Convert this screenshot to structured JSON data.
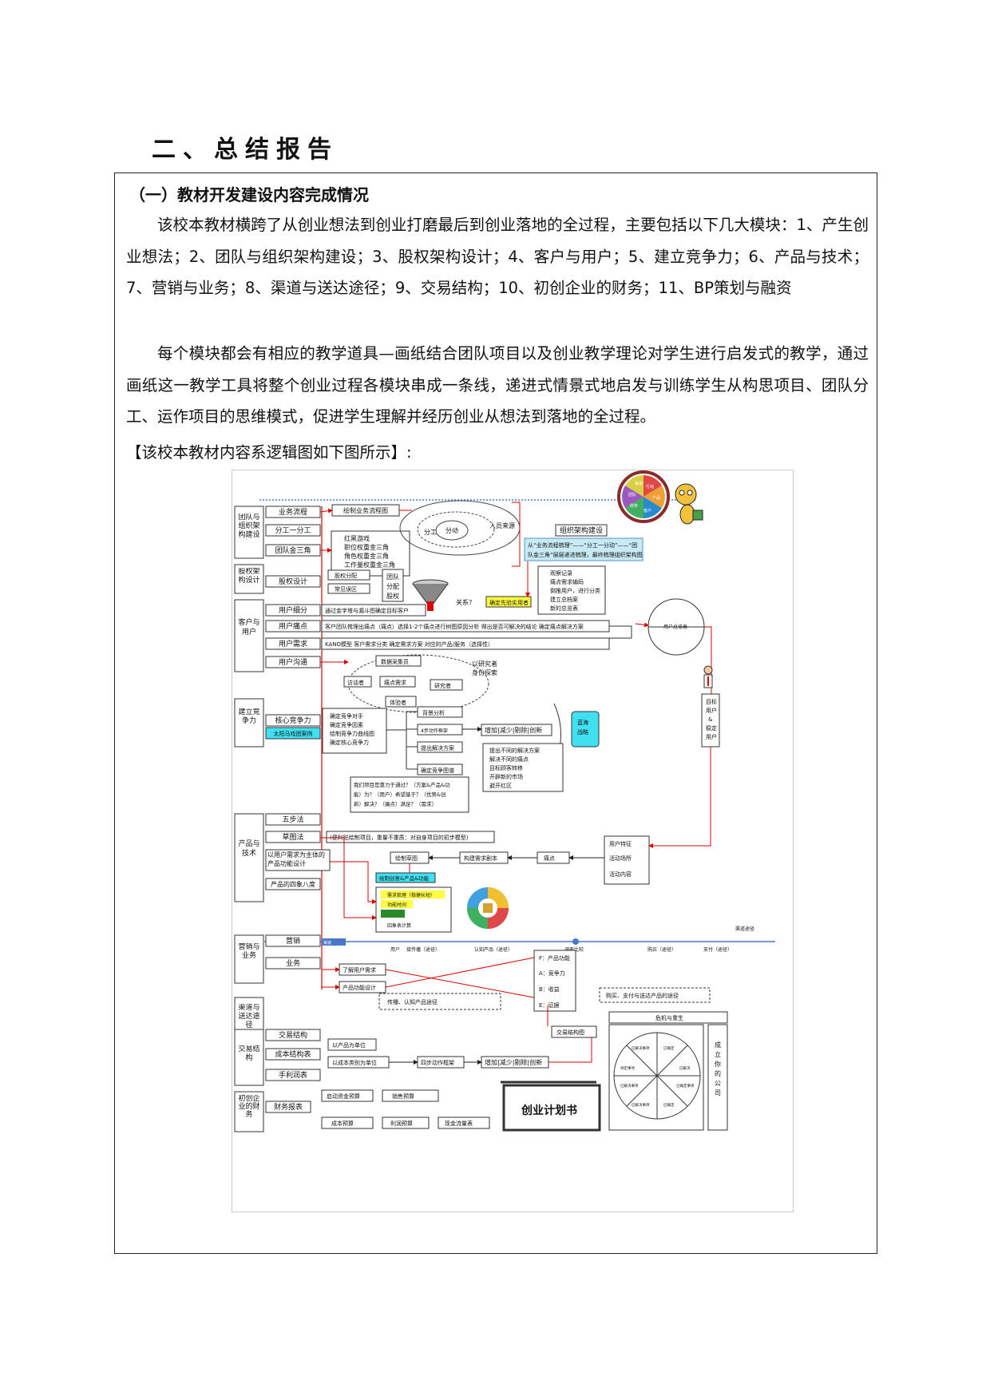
{
  "heading": "二、总结报告",
  "section": {
    "title": "（一）教材开发建设内容完成情况",
    "para1": "该校本教材横跨了从创业想法到创业打磨最后到创业落地的全过程，主要包括以下几大模块：1、产生创业想法；2、团队与组织架构建设；3、股权架构设计；4、客户与用户；5、建立竞争力；6、产品与技术；7、营销与业务；8、渠道与送达途径；9、交易结构；10、初创企业的财务；11、BP策划与融资",
    "para2": "每个模块都会有相应的教学道具—画纸结合团队项目以及创业教学理论对学生进行启发式的教学，通过画纸这一教学工具将整个创业过程各模块串成一条线，递进式情景式地启发与训练学生从构思项目、团队分工、运作项目的思维模式，促进学生理解并经历创业从想法到落地的全过程。",
    "figure_note": "【该校本教材内容系逻辑图如下图所示】:"
  },
  "diagram": {
    "modules": {
      "team": "团队与组织架构建设",
      "equity": "股权架构设计",
      "customer": "客户与用户",
      "compete": "建立竞争力",
      "product": "产品与技术",
      "marketing": "营销与业务",
      "channel": "渠道与送达途径",
      "trade": "交易结构",
      "finance": "初创企业的财务"
    },
    "team_items": [
      "业务流程",
      "分工一分工",
      "团队金三角"
    ],
    "team_flow": "绘制业务流程图",
    "team_games": [
      "红黑游戏",
      "职位权重金三角",
      "角色权重金三角",
      "工作量权重金三角"
    ],
    "team_circle": {
      "a": "分工",
      "b": "分动",
      "c": "人员来源"
    },
    "org": {
      "title": "组织架构建设",
      "desc1": "从“业务流程梳理”——“分工一分动”——“团",
      "desc2": "队金三角”层层递进梳理，最终梳理组织架构图"
    },
    "equity_item": "股权设计",
    "equity_subs": [
      "股权分配",
      "常见误区"
    ],
    "equity_side": [
      "团队",
      "分配",
      "股权"
    ],
    "relation": "关系?",
    "user_confirm": "确定先验实用者",
    "observe": [
      "观察记录",
      "痛点需求编码",
      "倒推用户，进行分类",
      "建立总档案",
      "新的总览表"
    ],
    "customer_items": [
      "用户细分",
      "用户痛点",
      "用户需求",
      "用户沟通"
    ],
    "customer_descs": [
      "通过金字塔与漏斗图确定目标客户",
      "客户团队梳理出痛点（痛点）选择1-2个痛点进行树图原因分析 得出是否可解决的结论 确定痛点解决方案",
      "KANO模型    客户需求分类   确定需求方案   对应的产品/服务（选择性）"
    ],
    "collect": [
      "数据采集员",
      "访谈者",
      "痛点需求",
      "研究者",
      "体验者"
    ],
    "researcher": [
      "以研究者",
      "身份探索"
    ],
    "user_board": "用户总览表",
    "target": [
      "目标",
      "用户",
      "&",
      "稳定",
      "用户"
    ],
    "compete_items": [
      "核心竞争力",
      "太阳马戏团案例"
    ],
    "compete_desc": [
      "确定竞争对手",
      "确定竞争因素",
      "绘制竞争力曲线图",
      "确定核心竞争力"
    ],
    "compete_tools": [
      "背景分析",
      "4步动作框架",
      "提出解决方案",
      "确定竞争图谱"
    ],
    "four_actions": "增加|减少|剔除|创新",
    "blue_ocean": [
      "蓝海",
      "战略"
    ],
    "solutions": [
      "提出不同的解决方案",
      "解决不同的痛点",
      "目标顾客转移",
      "开辟新的市场",
      "避开红区"
    ],
    "question": [
      "我们项目是靠力于通过？（方案&产品&功",
      "能）为？（用户）希望基于？（优势&创",
      "新）解决？（痛点）满足？（需求）"
    ],
    "product_items": [
      "五步法",
      "草图法",
      "以用户需求为主体的产品功能设计",
      "产品的四象八度"
    ],
    "sketch_desc": "(便利贴绘制项目，重量不重质：对自身项目的初步模型)",
    "product_flow": [
      "绘制草图",
      "构建需求剧本",
      "痛点"
    ],
    "product_feature": "绘制创意&产品&功能",
    "feature_list": [
      "需求梳理（稳健长短）",
      "功能时间",
      "",
      "四象表计算"
    ],
    "user_feature": [
      "用户特征",
      "活动场所",
      "活动内容"
    ],
    "channel_label": "渠道途径",
    "marketing_items": [
      "营销",
      "业务"
    ],
    "timeline": [
      "渠道",
      "用户",
      "接传播（途径）",
      "认知产品（途径）",
      "调查比较",
      "购买（途径）",
      "支付（途径）"
    ],
    "fabe": [
      "F：产品功能",
      "A：竞争力",
      "B：收益",
      "E：证据"
    ],
    "marketing_steps": [
      "了解用户需求",
      "产品功能设计"
    ],
    "spread": "传播、认知产品途径",
    "purchase": "购买、支付与送达产品的途径",
    "trade_items": [
      "交易结构",
      "成本结构表",
      "手利润表"
    ],
    "trade_units": [
      "以产品为单位",
      "以成本类别为单位"
    ],
    "four_step": "四步动作框架",
    "trade_graph": "交易结构图",
    "crisis": "危机与重生",
    "company": [
      "成",
      "立",
      "你",
      "的",
      "公",
      "司"
    ],
    "finance_items": [
      "财务报表"
    ],
    "finance_budgets": [
      "启动资金预算",
      "销售预算",
      "成本预算",
      "利润预算",
      "现金流量表"
    ],
    "plan": "创业计划书",
    "wheel": [
      "行动",
      "产品",
      "客户",
      "财务",
      "团队",
      "渠道"
    ],
    "crisis_wheel": [
      "已解决事项",
      "已确定",
      "待定事项",
      "已解决",
      "已解决事项",
      "已确定事项",
      "已解决事项",
      "已确定"
    ]
  }
}
